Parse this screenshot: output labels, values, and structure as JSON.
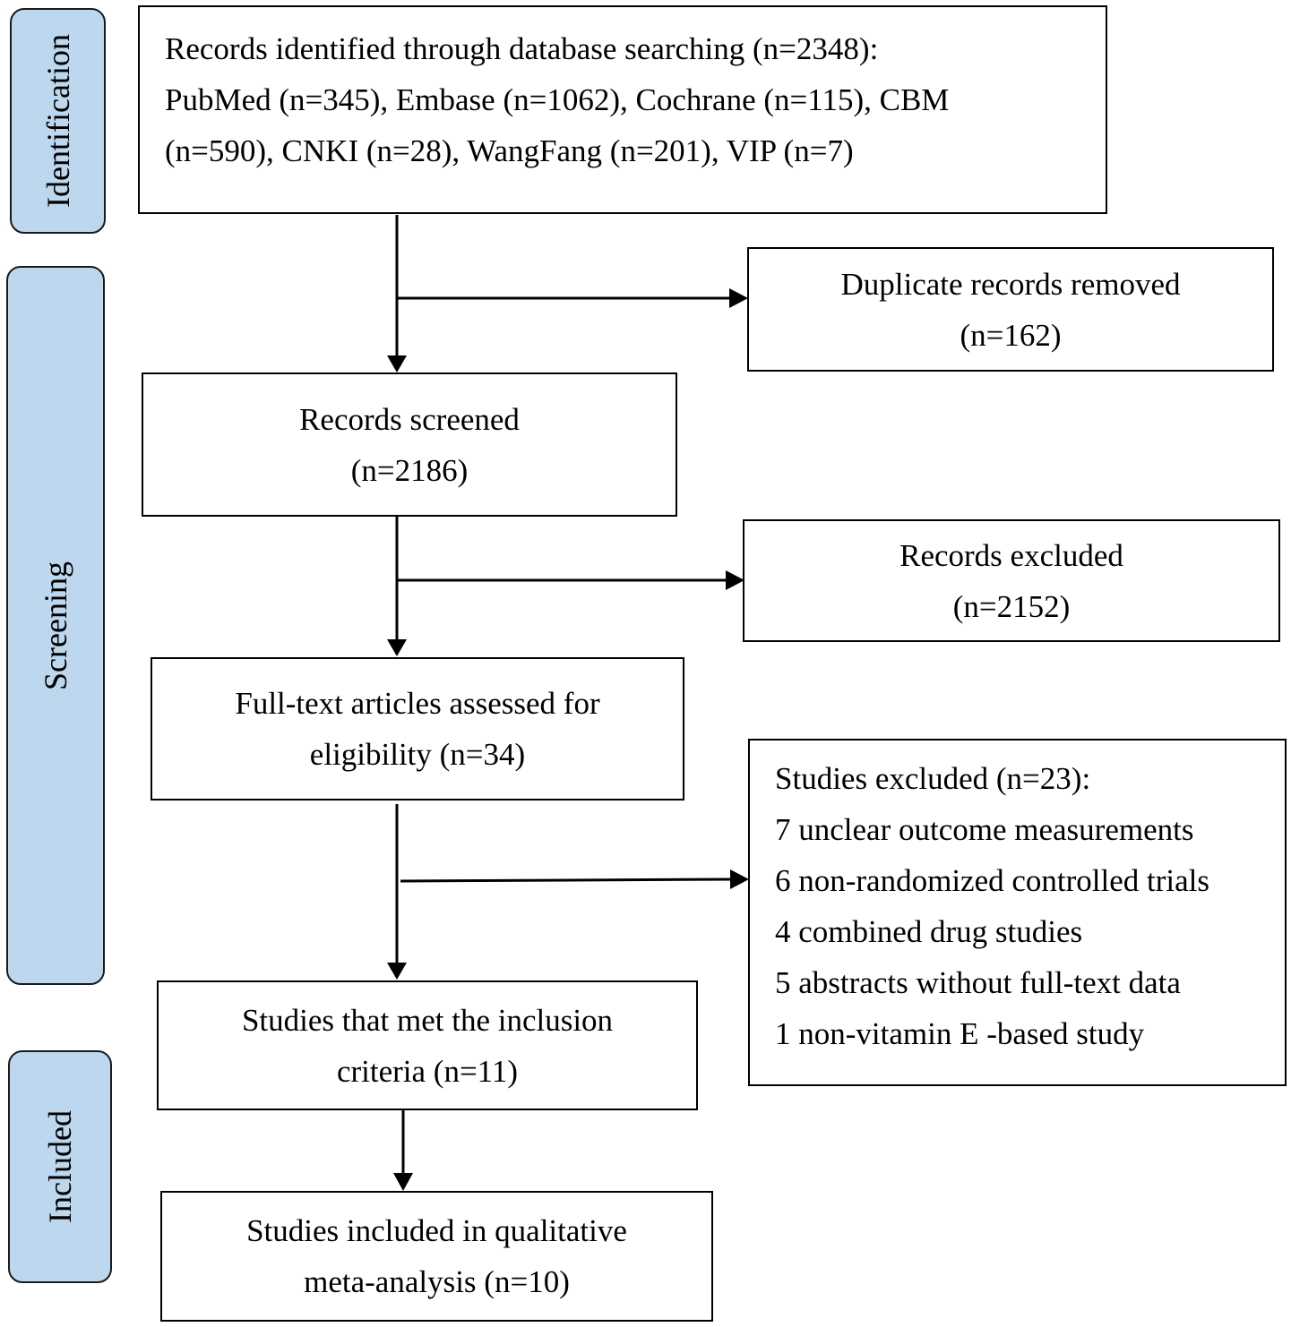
{
  "phases": {
    "identification": "Identification",
    "screening": "Screening",
    "included": "Included"
  },
  "boxes": {
    "identified": [
      "Records identified through database searching (n=2348):",
      "PubMed (n=345), Embase (n=1062), Cochrane (n=115), CBM",
      "(n=590), CNKI (n=28), WangFang (n=201), VIP (n=7)"
    ],
    "duplicates": [
      "Duplicate records removed",
      "(n=162)"
    ],
    "screened": [
      "Records screened",
      "(n=2186)"
    ],
    "records_excluded": [
      "Records excluded",
      "(n=2152)"
    ],
    "fulltext": [
      "Full-text articles assessed for",
      "eligibility (n=34)"
    ],
    "studies_excluded": [
      "Studies excluded (n=23):",
      "7 unclear outcome measurements",
      "6 non-randomized controlled trials",
      "4 combined drug studies",
      "5 abstracts without full-text data",
      "1 non-vitamin E -based study"
    ],
    "met_criteria": [
      "Studies that met the inclusion",
      "criteria (n=11)"
    ],
    "included": [
      "Studies included in qualitative",
      "meta-analysis (n=10)"
    ]
  },
  "colors": {
    "phase_fill": "#bdd7ee",
    "line": "#000000"
  }
}
